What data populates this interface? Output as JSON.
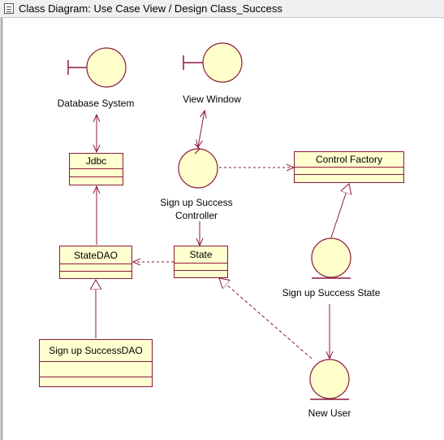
{
  "window": {
    "title": "Class Diagram: Use Case View / Design Class_Success"
  },
  "colors": {
    "shape_fill": "#ffffcc",
    "line": "#8b1a3b"
  },
  "diagram": {
    "boundaries": {
      "database_system": "Database System",
      "view_window": "View Window"
    },
    "controls": {
      "signup_success_controller_line1": "Sign up Success",
      "signup_success_controller_line2": "Controller"
    },
    "entities": {
      "signup_success_state": "Sign up Success State",
      "new_user": "New User"
    },
    "classes": {
      "jdbc": "Jdbc",
      "control_factory": "Control Factory",
      "state_dao": "StateDAO",
      "state": "State",
      "signup_success_dao": "Sign up SuccessDAO"
    }
  }
}
